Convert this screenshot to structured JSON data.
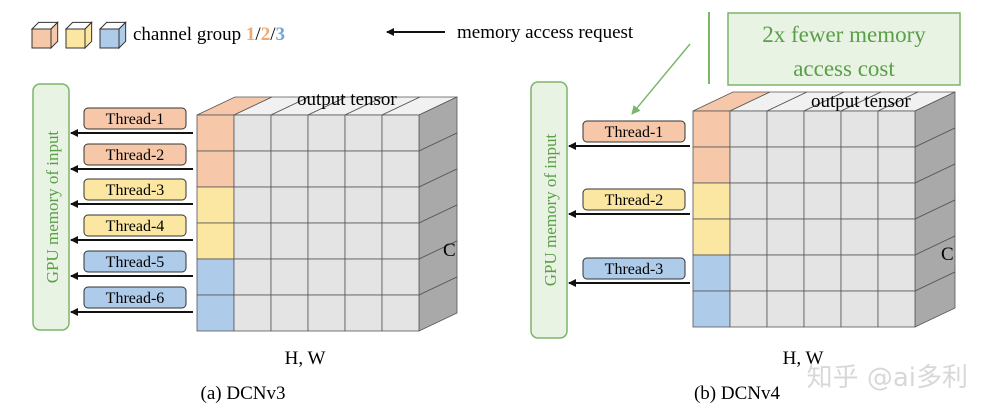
{
  "legend": {
    "channel_group_prefix": "channel group ",
    "g1": "1",
    "sep1": "/",
    "g2": "2",
    "sep2": "/",
    "g3": "3",
    "request_label": "memory access request"
  },
  "callout": {
    "line1": "2x fewer memory",
    "line2": "access cost"
  },
  "panels": [
    {
      "memory_label": "GPU memory of input",
      "output_label": "output tensor",
      "c_label": "C",
      "hw_label": "H, W",
      "caption": "(a) DCNv3",
      "threads": [
        "Thread-1",
        "Thread-2",
        "Thread-3",
        "Thread-4",
        "Thread-5",
        "Thread-6"
      ]
    },
    {
      "memory_label": "GPU memory of input",
      "output_label": "output tensor",
      "c_label": "C",
      "hw_label": "H, W",
      "caption": "(b) DCNv4",
      "threads": [
        "Thread-1",
        "Thread-2",
        "Thread-3"
      ]
    }
  ],
  "watermark": "知乎 @ai多利",
  "colors": {
    "orange": "#f6c8a9",
    "yellow": "#fbe7a1",
    "blue": "#aecbea",
    "grey_front": "#e4e4e4",
    "grey_top": "#f1f1f1",
    "grey_side": "#a9a9a9",
    "green": "#7cb66b",
    "green_fill": "#e8f3e3",
    "green_text": "#5a9e48",
    "label_orange": "#f0a86f",
    "label_blue": "#6fa7d6"
  }
}
